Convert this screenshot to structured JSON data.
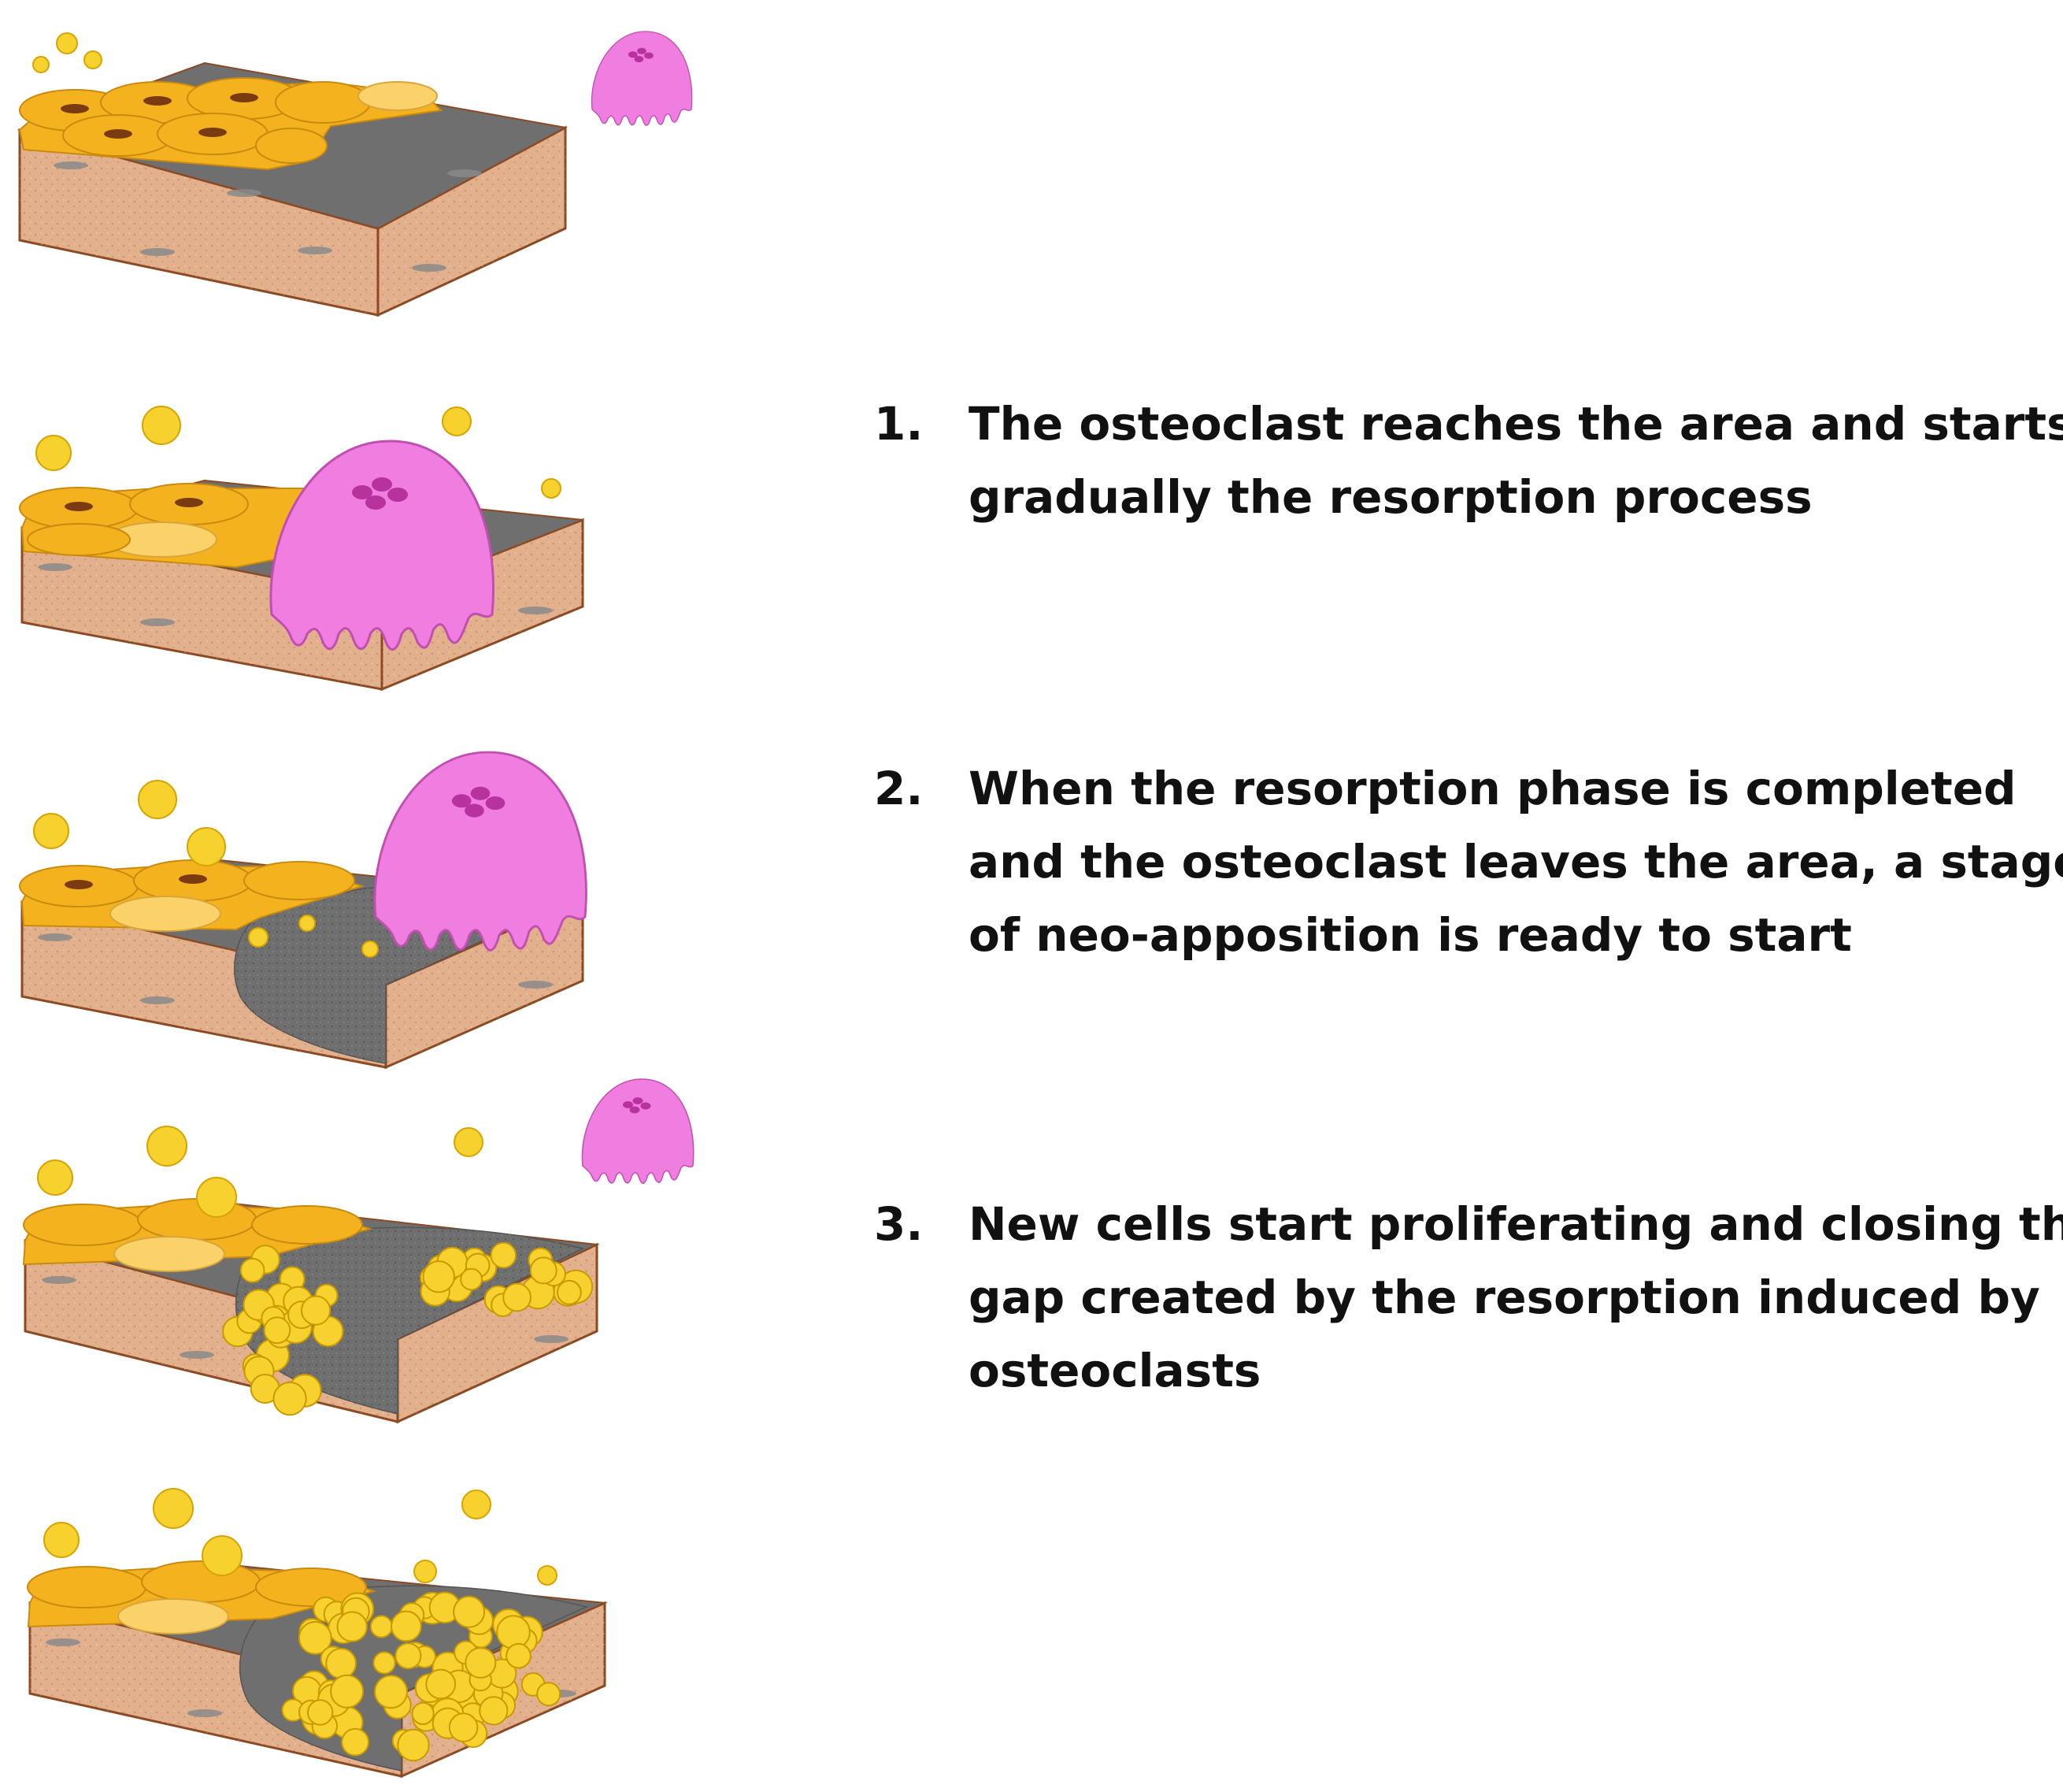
{
  "steps": [
    {
      "number": "1.",
      "lines": [
        "The osteoclast reaches the area and starts",
        "gradually the resorption process"
      ]
    },
    {
      "number": "2.",
      "lines": [
        "When the resorption phase is completed",
        "and the osteoclast leaves the area, a stage",
        "of neo-apposition is ready to start"
      ]
    },
    {
      "number": "3.",
      "lines": [
        "New cells start proliferating and closing the",
        "gap created by the resorption induced by",
        "osteoclasts"
      ]
    }
  ],
  "colors": {
    "bone_side": "#e3b08d",
    "bone_edge": "#8b4a22",
    "resorbed_surface": "#6f6f6f",
    "lining_cell": "#f5b21f",
    "lining_cell_light": "#fbd26a",
    "new_cell": "#f7d12e",
    "osteoclast": "#f07ee0",
    "osteoclast_nucleus": "#b8329e",
    "osteocyte": "#8a8a8a"
  },
  "panels": [
    {
      "stage": "resting",
      "osteoclast": "away"
    },
    {
      "stage": "resorption",
      "osteoclast": "attached"
    },
    {
      "stage": "resorption-complete",
      "osteoclast": "leaving"
    },
    {
      "stage": "neo-apposition",
      "osteoclast": "away"
    },
    {
      "stage": "gap-closing",
      "osteoclast": "none"
    }
  ]
}
